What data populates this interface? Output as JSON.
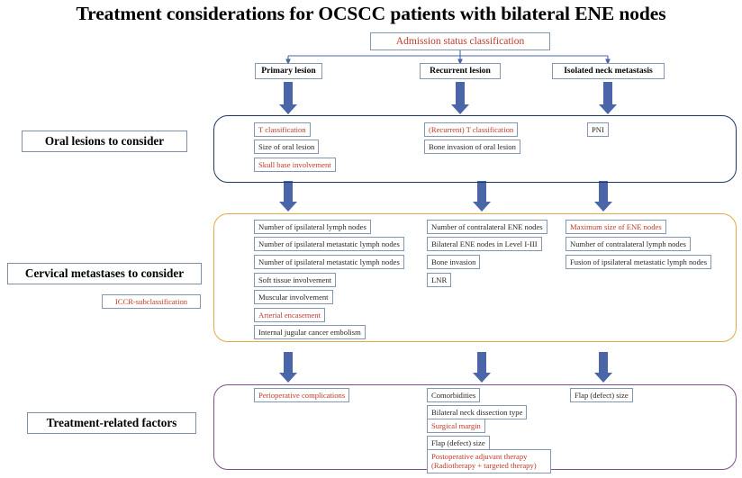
{
  "title": "Treatment considerations for OCSCC patients with bilateral ENE nodes",
  "colors": {
    "title_text": "#000000",
    "red_text": "#c0392b",
    "box_border": "#8496b0",
    "arrow_fill": "#4a66a8",
    "group_navy": "#1f3864",
    "group_orange": "#e3a948",
    "group_purple": "#7f4e8f"
  },
  "top": {
    "classification_box": "Admission status classification",
    "branches": [
      {
        "label": "Primary lesion"
      },
      {
        "label": "Recurrent lesion"
      },
      {
        "label": "Isolated neck metastasis"
      }
    ]
  },
  "sections": [
    {
      "id": "oral-lesions",
      "side_label": "Oral lesions to consider",
      "frame_color": "#1f3864",
      "columns": [
        {
          "items": [
            {
              "text": "T classification",
              "red": true
            },
            {
              "text": "Size of oral lesion",
              "red": false
            },
            {
              "text": "Skull base involvement",
              "red": true
            }
          ]
        },
        {
          "items": [
            {
              "text": "(Recurrent) T classification",
              "red": true
            },
            {
              "text": "Bone invasion of oral lesion",
              "red": false
            }
          ]
        },
        {
          "items": [
            {
              "text": "PNI",
              "red": false
            }
          ]
        }
      ]
    },
    {
      "id": "cervical-metastases",
      "side_label": "Cervical metastases to consider",
      "extra_label": "ICCR-subclassification",
      "frame_color": "#e3a948",
      "columns": [
        {
          "items": [
            {
              "text": "Number of ipsilateral lymph nodes",
              "red": false
            },
            {
              "text": "Number of ipsilateral metastatic lymph nodes",
              "red": false
            },
            {
              "text": "Number of ipsilateral metastatic lymph nodes",
              "red": false
            },
            {
              "text": "Soft tissue involvement",
              "red": false
            },
            {
              "text": "Muscular involvement",
              "red": false
            },
            {
              "text": "Arterial encasement",
              "red": true
            },
            {
              "text": "Internal jugular cancer embolism",
              "red": false
            }
          ]
        },
        {
          "items": [
            {
              "text": "Number of contralateral ENE nodes",
              "red": false
            },
            {
              "text": "Bilateral ENE nodes in Level I-III",
              "red": false
            },
            {
              "text": "Bone invasion",
              "red": false
            },
            {
              "text": "LNR",
              "red": false
            }
          ]
        },
        {
          "items": [
            {
              "text": "Maximum size of ENE nodes",
              "red": true
            },
            {
              "text": "Number of contralateral lymph nodes",
              "red": false
            },
            {
              "text": "Fusion of ipsilateral metastatic lymph nodes",
              "red": false
            }
          ]
        }
      ]
    },
    {
      "id": "treatment-related",
      "side_label": "Treatment-related factors",
      "frame_color": "#7f4e8f",
      "columns": [
        {
          "items": [
            {
              "text": "Perioperative complications",
              "red": true
            }
          ]
        },
        {
          "items": [
            {
              "text": "Comorbidities",
              "red": false
            },
            {
              "text": "Bilateral neck dissection type",
              "red": false
            },
            {
              "text": "Surgical margin",
              "red": true
            },
            {
              "text": "Flap (defect) size",
              "red": false
            },
            {
              "text": "Postoperative adjuvant therapy\n(Radiotherapy + targeted therapy)",
              "red": true
            }
          ]
        },
        {
          "items": [
            {
              "text": "Flap (defect) size",
              "red": false
            }
          ]
        }
      ]
    }
  ]
}
